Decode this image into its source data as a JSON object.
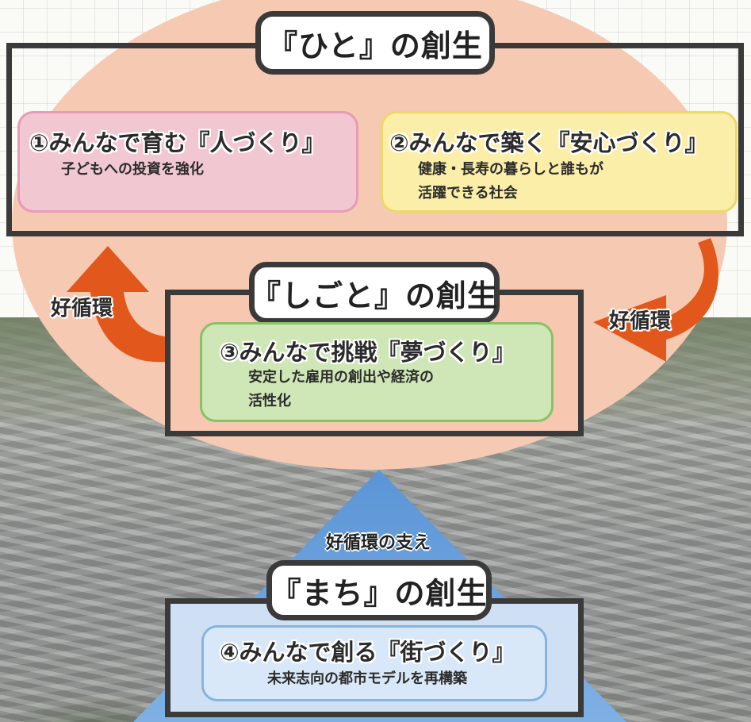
{
  "hito": {
    "title": "『ひと』の創生",
    "box1": {
      "title": "①みんなで育む『人づくり』",
      "desc": [
        "子どもへの投資を強化"
      ]
    },
    "box2": {
      "title": "②みんなで築く『安心づくり』",
      "desc": [
        "健康・長寿の暮らしと誰もが",
        "活躍できる社会"
      ]
    }
  },
  "shigoto": {
    "title": "『しごと』の創生",
    "box3": {
      "title": "③みんなで挑戦『夢づくり』",
      "desc": [
        "安定した雇用の創出や経済の",
        "活性化"
      ]
    }
  },
  "machi": {
    "support_label": "好循環の支え",
    "title": "『まち』の創生",
    "box4": {
      "title": "④みんなで創る『街づくり』",
      "desc": [
        "未来志向の都市モデルを再構築"
      ]
    }
  },
  "cycle": {
    "left_label": "好循環",
    "right_label": "好循環"
  },
  "colors": {
    "ellipse": "#f6c9b2",
    "arrow": "#e2571c",
    "pyramid": "#6a9fd8",
    "box1": "#f1c8d1",
    "box2": "#fbeea9",
    "box3": "#cfe6b7",
    "box4": "#d9e8f8"
  }
}
